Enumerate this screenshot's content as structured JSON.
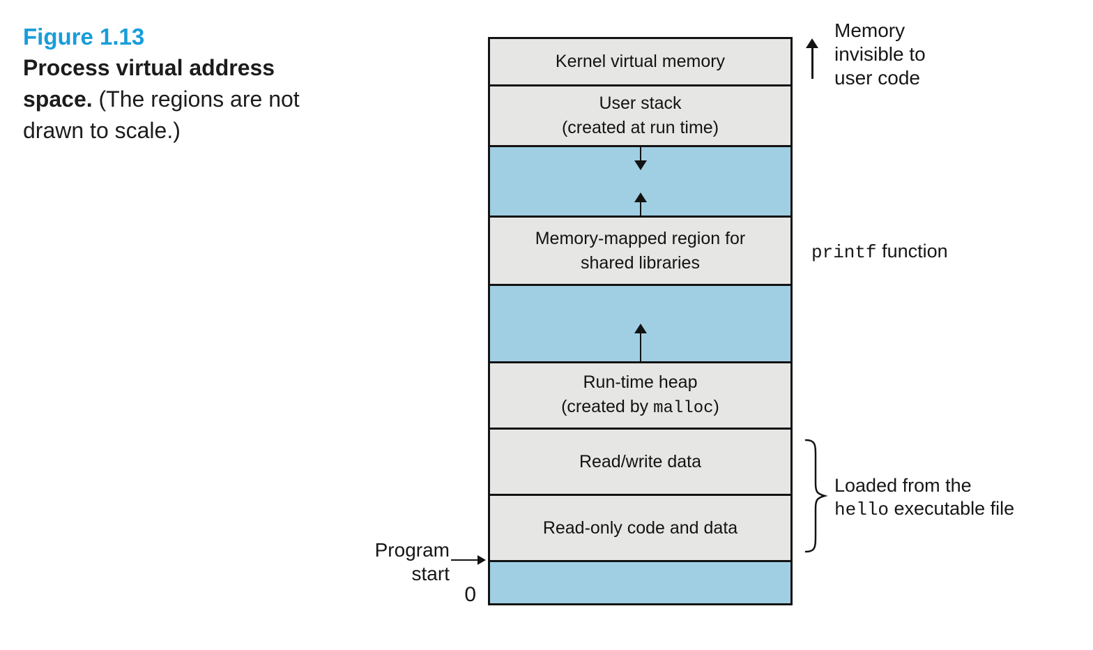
{
  "caption": {
    "figure_label": "Figure 1.13",
    "title_bold": "Process virtual address space.",
    "title_rest": " (The regions are not drawn to scale.)"
  },
  "diagram": {
    "regions": [
      {
        "label": "Kernel virtual memory",
        "fill": "gray"
      },
      {
        "label": "User stack\n(created at run time)",
        "fill": "gray"
      },
      {
        "label": "",
        "fill": "blue",
        "arrows": [
          "stack-grows-down",
          "region-grows-up"
        ]
      },
      {
        "label": "Memory-mapped region for\nshared libraries",
        "fill": "gray"
      },
      {
        "label": "",
        "fill": "blue",
        "arrows": [
          "heap-grows-up"
        ]
      },
      {
        "label_pre": "Run-time heap\n(created by ",
        "label_code": "malloc",
        "label_post": ")",
        "fill": "gray"
      },
      {
        "label": "Read/write data",
        "fill": "gray"
      },
      {
        "label": "Read-only code and data",
        "fill": "gray"
      },
      {
        "label": "",
        "fill": "blue"
      }
    ],
    "program_start_label": "Program\nstart",
    "origin_label": "0"
  },
  "annotations": {
    "memory_invisible": "Memory\ninvisible to\nuser code",
    "printf_code": "printf",
    "printf_rest": " function",
    "loaded_line1": "Loaded from the",
    "loaded_code": "hello",
    "loaded_rest": " executable file"
  },
  "colors": {
    "region_gray": "#e6e6e4",
    "region_blue": "#a0cfe4",
    "outline_black": "#131313",
    "figure_label_blue": "#189dd9"
  }
}
